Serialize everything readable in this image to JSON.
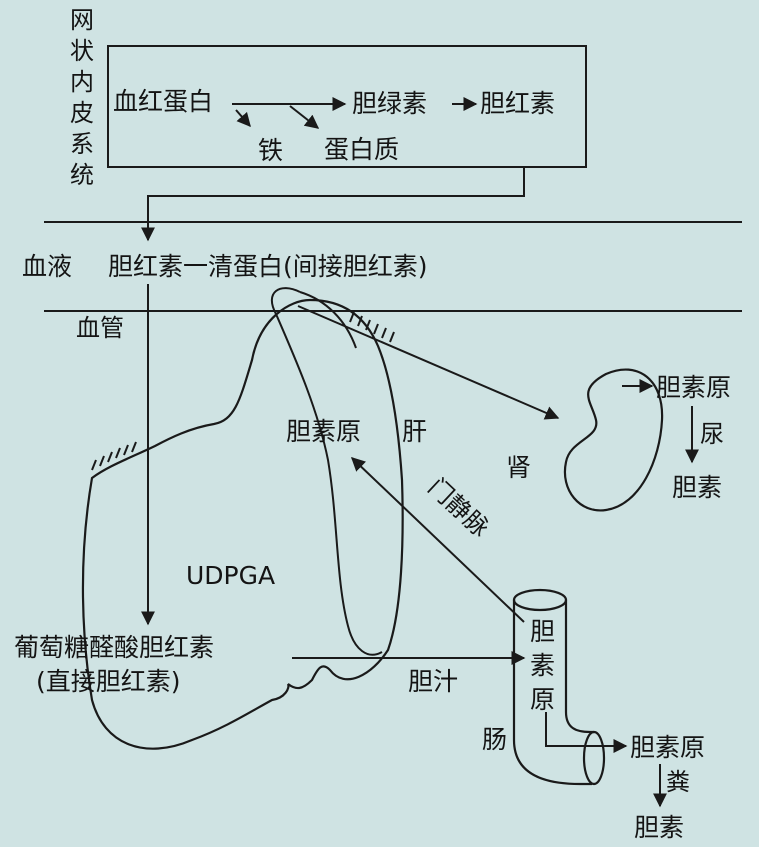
{
  "colors": {
    "background": "#cfe3e3",
    "ink": "#141414"
  },
  "reticuloendothelial": {
    "side_label": [
      "网",
      "状",
      "内",
      "皮",
      "系",
      "统"
    ],
    "hemoglobin": "血红蛋白",
    "biliverdin": "胆绿素",
    "bilirubin": "胆红素",
    "iron": "铁",
    "protein": "蛋白质"
  },
  "blood": {
    "label": "血液",
    "complex": "胆红素一清蛋白(间接胆红素)",
    "vessel_label": "血管"
  },
  "liver": {
    "label": "肝",
    "urobilinogen": "胆素原",
    "cofactor": "UDPGA",
    "conjugated_line1": "葡萄糖醛酸胆红素",
    "conjugated_line2": "(直接胆红素)",
    "bile": "胆汁",
    "portal_vein": "门静脉"
  },
  "kidney": {
    "label": "肾",
    "urobilinogen": "胆素原",
    "urine": "尿",
    "urobilin": "胆素"
  },
  "intestine": {
    "label": "肠",
    "urobilinogen_vertical": [
      "胆",
      "素",
      "原"
    ],
    "urobilinogen": "胆素原",
    "feces": "粪",
    "urobilin": "胆素"
  }
}
